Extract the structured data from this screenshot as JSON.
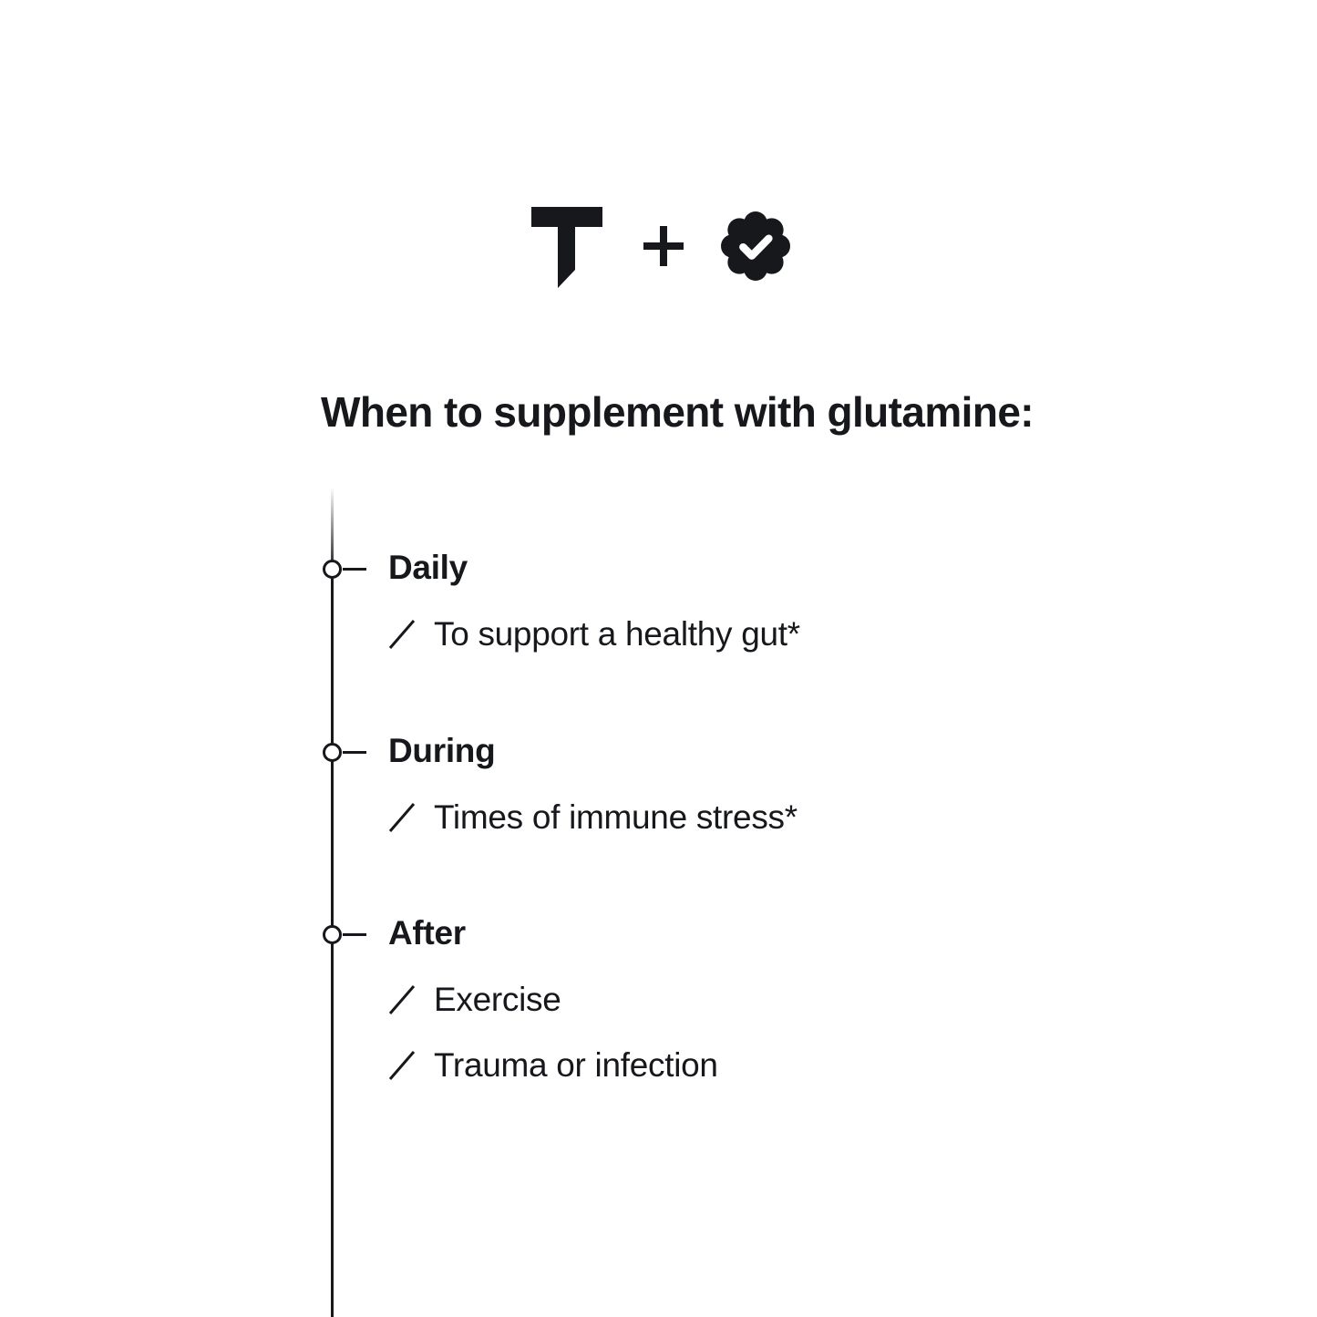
{
  "colors": {
    "background": "#ffffff",
    "ink": "#16181c"
  },
  "logo_row": {
    "brand_icon": "thorne-t-logo-icon",
    "plus_icon": "plus-icon",
    "badge_icon": "verified-check-badge-icon"
  },
  "heading": "When to supplement with glutamine:",
  "timeline": {
    "groups": [
      {
        "title": "Daily",
        "node_icon": "timeline-node-circle-icon",
        "items": [
          {
            "bullet_icon": "slash-bullet-icon",
            "label": "To support a healthy gut*"
          }
        ]
      },
      {
        "title": "During",
        "node_icon": "timeline-node-circle-icon",
        "items": [
          {
            "bullet_icon": "slash-bullet-icon",
            "label": "Times of immune stress*"
          }
        ]
      },
      {
        "title": "After",
        "node_icon": "timeline-node-circle-icon",
        "items": [
          {
            "bullet_icon": "slash-bullet-icon",
            "label": "Exercise"
          },
          {
            "bullet_icon": "slash-bullet-icon",
            "label": "Trauma or infection"
          }
        ]
      }
    ]
  }
}
